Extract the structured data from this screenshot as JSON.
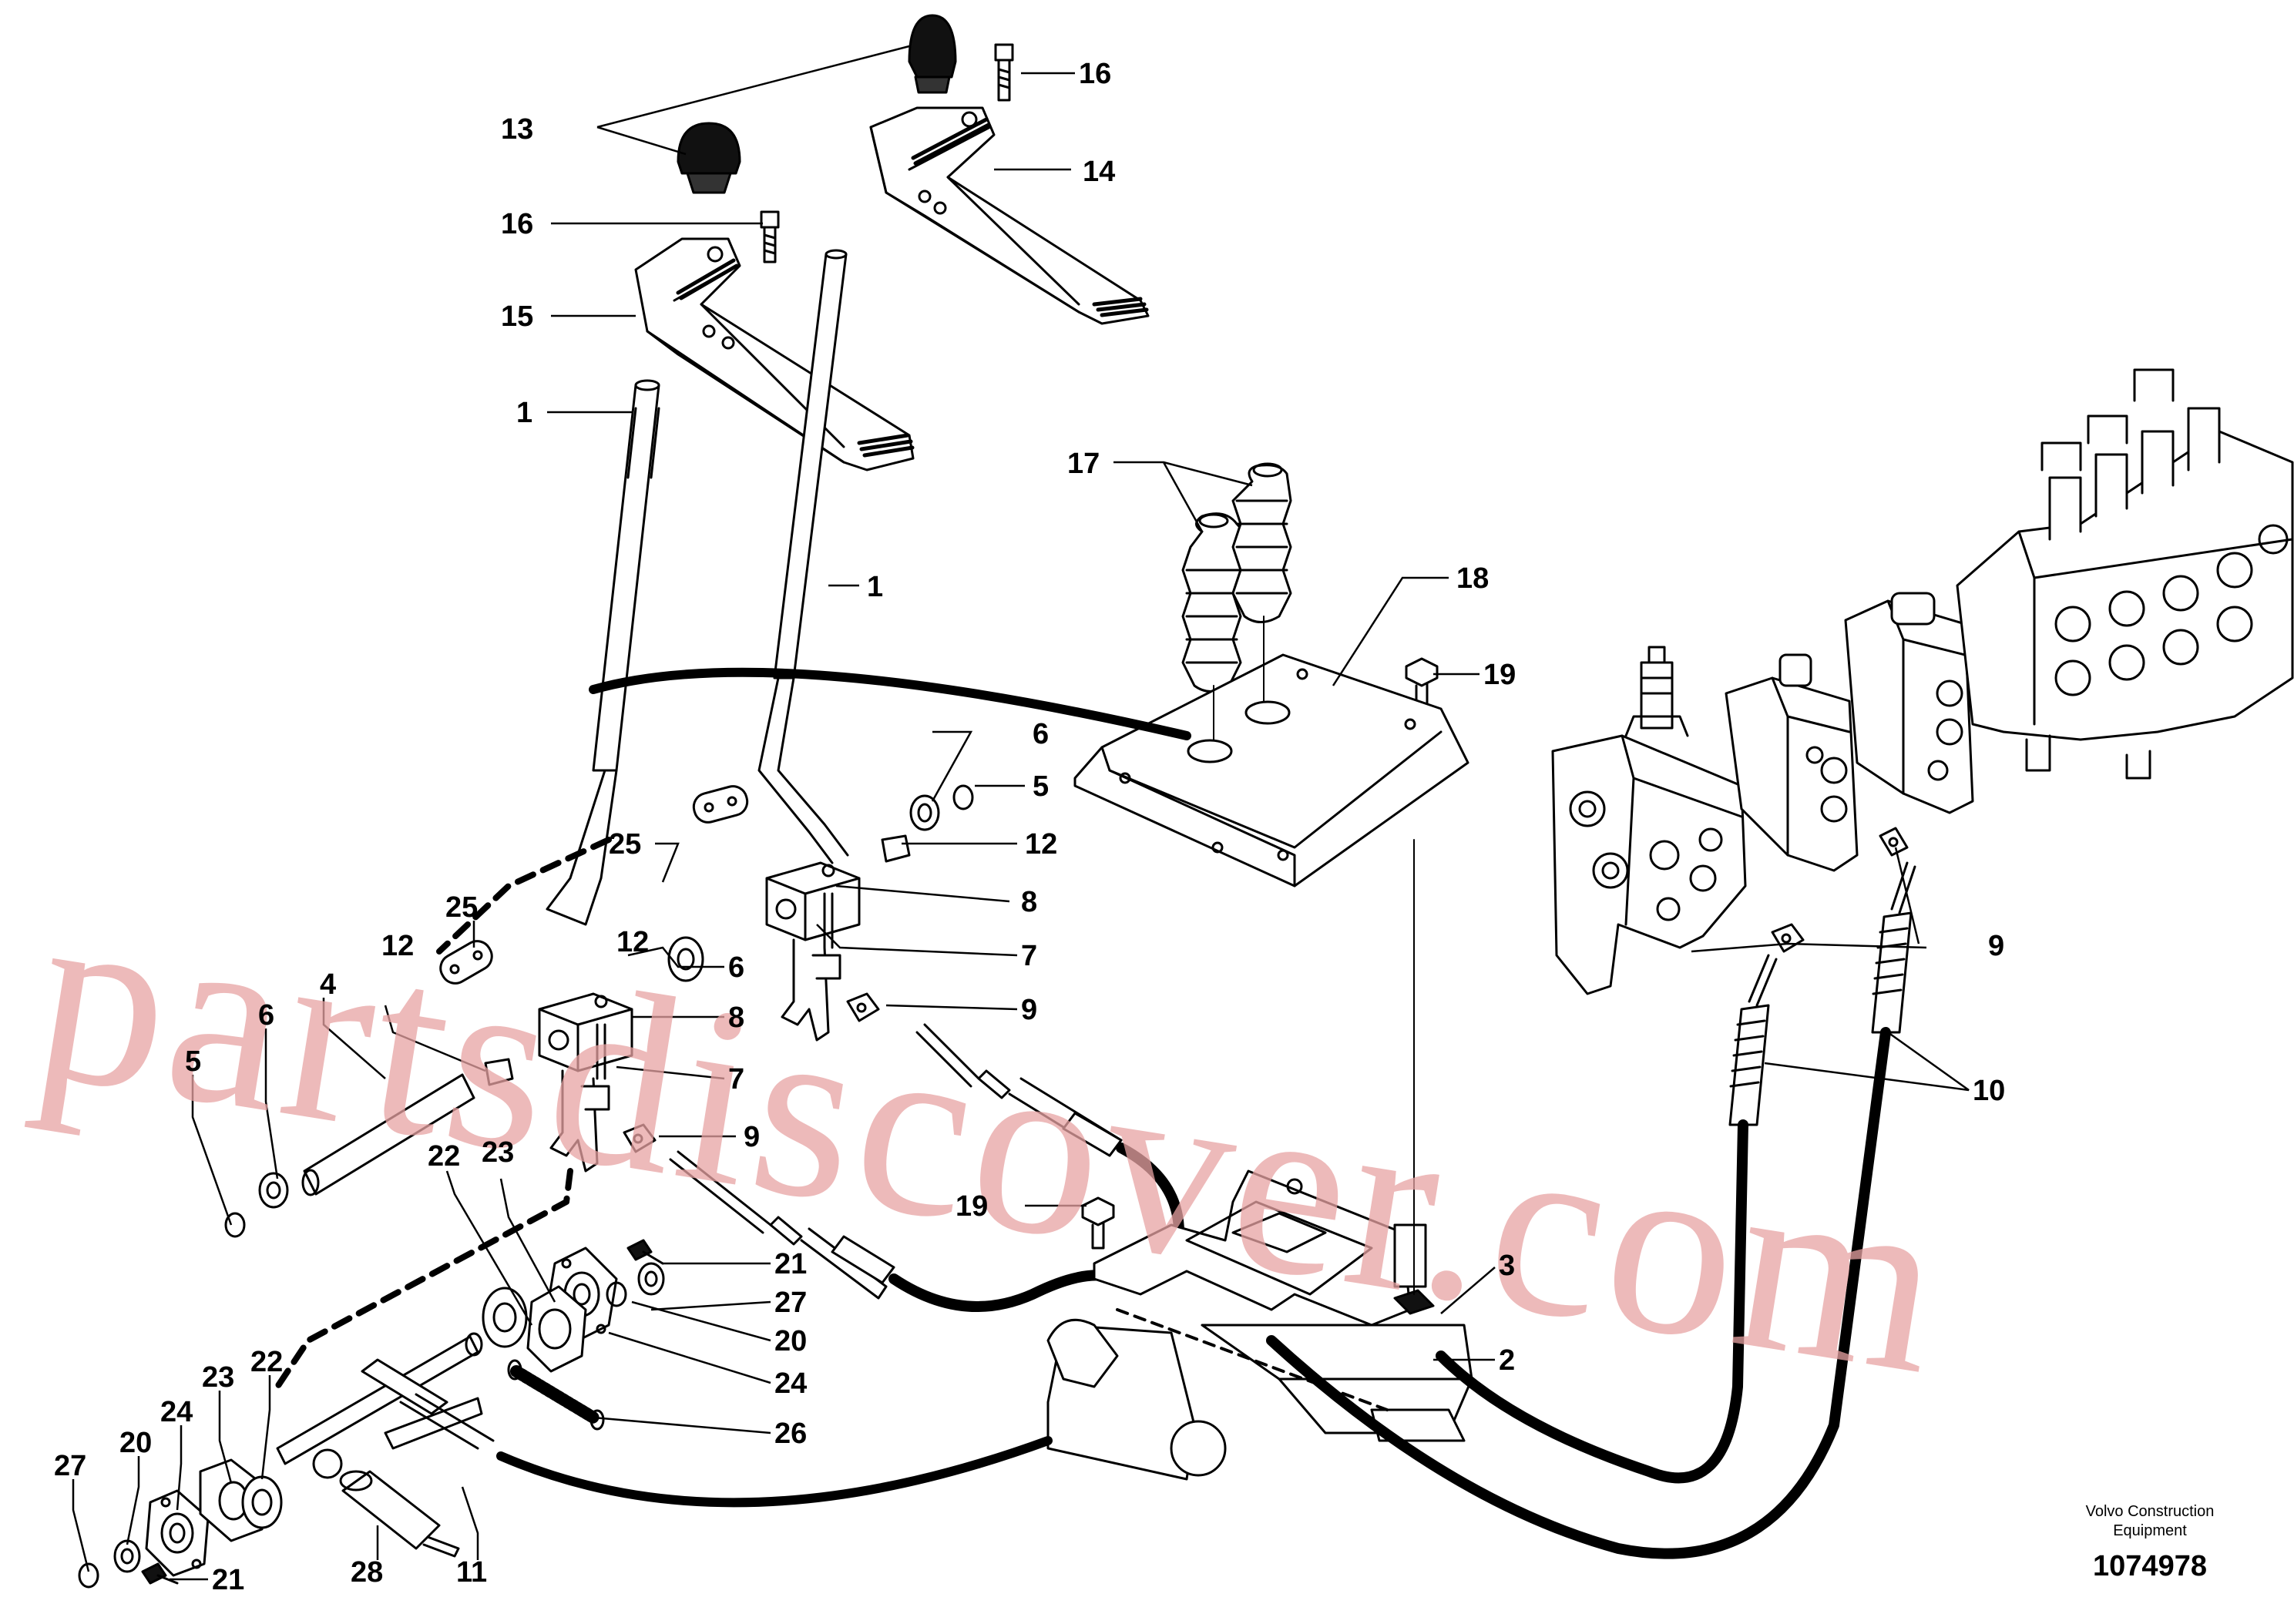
{
  "watermark": "partsdiscover.com",
  "credit": {
    "line1": "Volvo Construction",
    "line2": "Equipment",
    "drawing_number": "1074978"
  },
  "labels": {
    "l1a": "1",
    "l1b": "1",
    "l2": "2",
    "l3": "3",
    "l4": "4",
    "l5a": "5",
    "l5b": "5",
    "l6a": "6",
    "l6b": "6",
    "l6c": "6",
    "l7a": "7",
    "l7b": "7",
    "l8a": "8",
    "l8b": "8",
    "l9a": "9",
    "l9b": "9",
    "l9c": "9",
    "l10": "10",
    "l11": "11",
    "l12a": "12",
    "l12b": "12",
    "l12c": "12",
    "l13": "13",
    "l14": "14",
    "l15": "15",
    "l16a": "16",
    "l16b": "16",
    "l17": "17",
    "l18": "18",
    "l19a": "19",
    "l19b": "19",
    "l20a": "20",
    "l20b": "20",
    "l21a": "21",
    "l21b": "21",
    "l22a": "22",
    "l22b": "22",
    "l23a": "23",
    "l23b": "23",
    "l24a": "24",
    "l24b": "24",
    "l25a": "25",
    "l25b": "25",
    "l26": "26",
    "l27a": "27",
    "l27b": "27",
    "l28": "28"
  }
}
